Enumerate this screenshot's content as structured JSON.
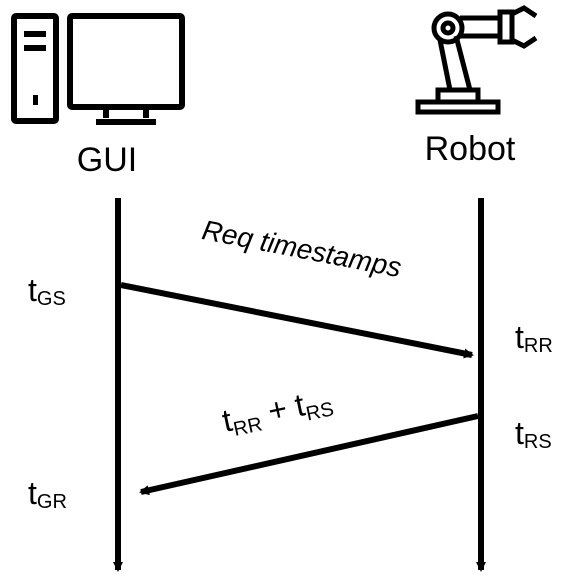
{
  "actors": {
    "left": {
      "label": "GUI",
      "icon": "desktop-computer-icon"
    },
    "right": {
      "label": "Robot",
      "icon": "robot-arm-icon"
    }
  },
  "messages": {
    "request": "Req timestamps",
    "reply": {
      "t1": "t",
      "s1": "RR",
      "plus": " + ",
      "t2": "t",
      "s2": "RS"
    }
  },
  "timestamps": {
    "gs": {
      "t": "t",
      "sub": "GS"
    },
    "rr": {
      "t": "t",
      "sub": "RR"
    },
    "rs": {
      "t": "t",
      "sub": "RS"
    },
    "gr": {
      "t": "t",
      "sub": "GR"
    }
  },
  "colors": {
    "ink": "#000000",
    "background": "#ffffff"
  }
}
